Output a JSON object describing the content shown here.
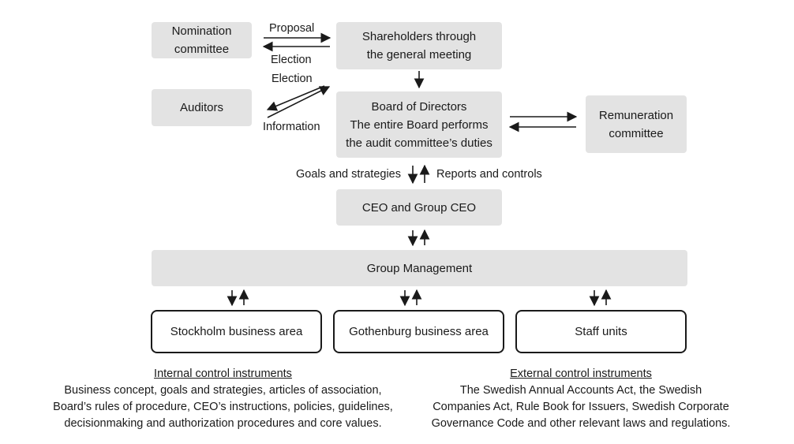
{
  "nodes": {
    "nomination": [
      "Nomination",
      "committee"
    ],
    "shareholders": [
      "Shareholders through",
      "the general meeting"
    ],
    "auditors": [
      "Auditors"
    ],
    "board": [
      "Board of Directors",
      "The entire Board performs",
      "the audit committee’s duties"
    ],
    "remuneration": [
      "Remuneration",
      "committee"
    ],
    "ceo": [
      "CEO and Group CEO"
    ],
    "group_management": [
      "Group Management"
    ],
    "stockholm": [
      "Stockholm business area"
    ],
    "gothenburg": [
      "Gothenburg business area"
    ],
    "staff": [
      "Staff units"
    ]
  },
  "edge_labels": {
    "proposal": "Proposal",
    "election_nomination": "Election",
    "election_auditors": "Election",
    "information": "Information",
    "goals": "Goals and strategies",
    "reports": "Reports and controls"
  },
  "internal": {
    "heading": "Internal control instruments",
    "lines": [
      "Business concept, goals and strategies, articles of association,",
      "Board’s rules of procedure, CEO’s instructions, policies, guidelines,",
      "decisionmaking and authorization procedures and core values."
    ]
  },
  "external": {
    "heading": "External control instruments",
    "lines": [
      "The Swedish Annual Accounts Act, the Swedish",
      "Companies Act, Rule Book for Issuers, Swedish Corporate",
      "Governance Code and other relevant laws and regulations."
    ]
  }
}
